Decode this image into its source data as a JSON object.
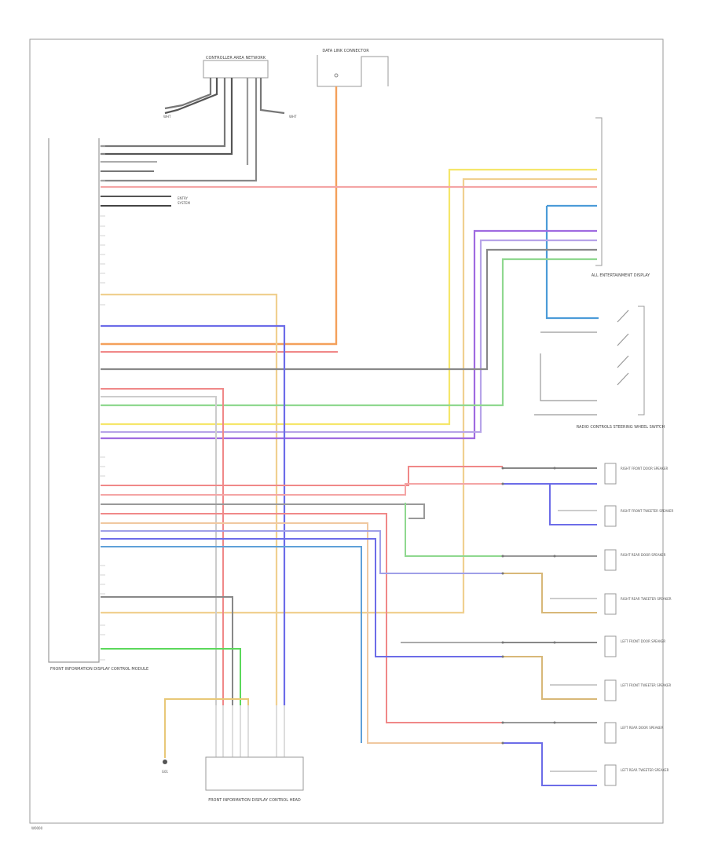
{
  "components": {
    "front_module": "FRONT INFORMATION DISPLAY CONTROL MODULE",
    "lower_module": "FRONT INFORMATION DISPLAY CONTROL HEAD",
    "top_block": "CONTROLLER AREA NETWORK",
    "top_right_block": "DATA LINK CONNECTOR",
    "right_connector": "ALL ENTERTAINMENT DISPLAY",
    "steering_switch": "RADIO CONTROLS STEERING WHEEL SWITCH",
    "speaker_1": "RIGHT FRONT DOOR SPEAKER",
    "speaker_2": "RIGHT FRONT TWEETER SPEAKER",
    "speaker_3": "RIGHT REAR DOOR SPEAKER",
    "speaker_4": "RIGHT REAR TWEETER SPEAKER",
    "speaker_5": "LEFT FRONT DOOR SPEAKER",
    "speaker_6": "LEFT FRONT TWEETER SPEAKER",
    "speaker_7": "LEFT REAR DOOR SPEAKER",
    "speaker_8": "LEFT REAR TWEETER SPEAKER",
    "ground": "G01"
  },
  "footer_code": "W0000"
}
